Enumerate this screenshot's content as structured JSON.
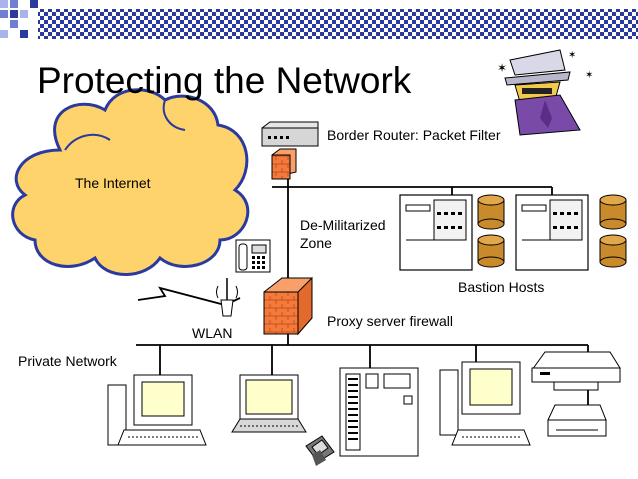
{
  "slide": {
    "title": "Protecting the Network"
  },
  "labels": {
    "internet": "The Internet",
    "border_router": "Border Router: Packet Filter",
    "dmz_line1": "De-Militarized",
    "dmz_line2": "Zone",
    "bastion_hosts": "Bastion Hosts",
    "proxy_firewall": "Proxy server firewall",
    "wlan": "WLAN",
    "private_network": "Private Network"
  },
  "icons": [
    "hacker-icon",
    "router-icon",
    "firewall-icon",
    "telephone-icon",
    "wireless-antenna-icon",
    "server-icon",
    "database-icon",
    "desktop-computer-icon",
    "laptop-icon",
    "server-tower-icon",
    "pda-icon",
    "printer-icon"
  ],
  "colors": {
    "header_grid": "#2b3a9e",
    "cloud_fill": "#ffd36b",
    "firewall_brick": "#f47a3c",
    "database_fill": "#c98a2b"
  }
}
